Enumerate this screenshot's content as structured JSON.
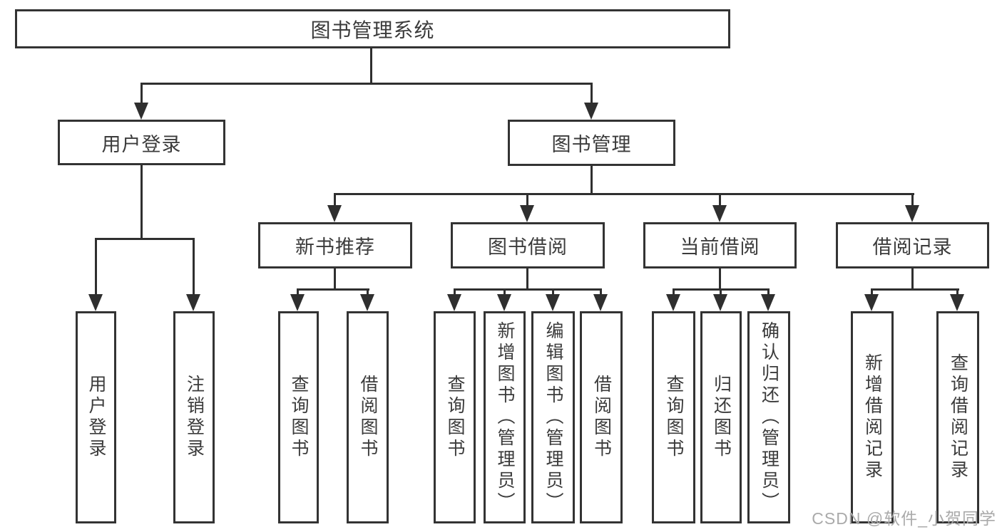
{
  "colors": {
    "line": "#2f2f2f",
    "border": "#333333",
    "text": "#3b3b3b",
    "watermark": "#aaaaaa",
    "background": "#ffffff"
  },
  "tree": {
    "root": {
      "label": "图书管理系统"
    },
    "branches": [
      {
        "label": "用户登录",
        "children": [
          {
            "label": "用户登录"
          },
          {
            "label": "注销登录"
          }
        ]
      },
      {
        "label": "图书管理",
        "children": [
          {
            "label": "新书推荐",
            "children": [
              {
                "label": "查询图书"
              },
              {
                "label": "借阅图书"
              }
            ]
          },
          {
            "label": "图书借阅",
            "children": [
              {
                "label": "查询图书"
              },
              {
                "label": "新增图书（管理员）"
              },
              {
                "label": "编辑图书（管理员）"
              },
              {
                "label": "借阅图书"
              }
            ]
          },
          {
            "label": "当前借阅",
            "children": [
              {
                "label": "查询图书"
              },
              {
                "label": "归还图书"
              },
              {
                "label": "确认归还（管理员）"
              }
            ]
          },
          {
            "label": "借阅记录",
            "children": [
              {
                "label": "新增借阅记录"
              },
              {
                "label": "查询借阅记录"
              }
            ]
          }
        ]
      }
    ]
  },
  "watermark": "CSDN @软件_小贺同学"
}
